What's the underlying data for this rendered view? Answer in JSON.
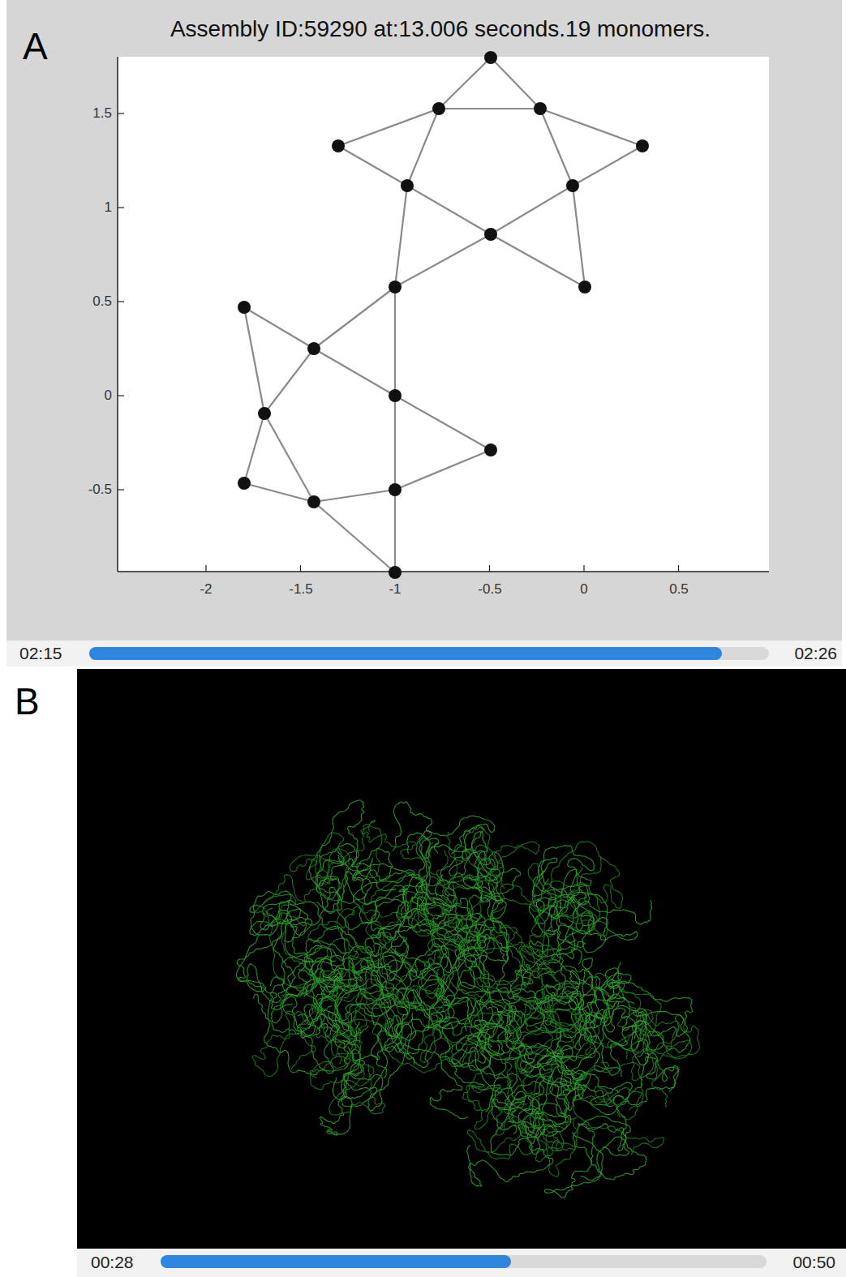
{
  "diagram": {
    "title": "Assembly ID:59290 at:13.006 seconds.19 monomers.",
    "labels": [
      "A",
      "1.5",
      "1",
      "0.5",
      "0",
      "-0.5",
      "-2",
      "-1.5",
      "-1",
      "-0.5",
      "0",
      "0.5",
      "02:15",
      "02:26",
      "B",
      "00:28",
      "00:50"
    ]
  }
}
